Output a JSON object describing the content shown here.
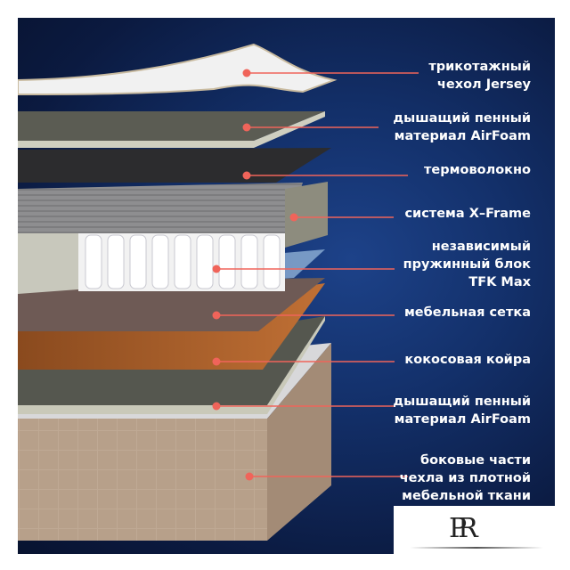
{
  "colors": {
    "background": "#13306a",
    "pointer": "#f0645a",
    "text": "#ffffff"
  },
  "layers": [
    {
      "id": "jersey",
      "label": "трикотажный\nчехол Jersey"
    },
    {
      "id": "airfoam-top",
      "label": "дышащий пенный\nматериал AirFoam"
    },
    {
      "id": "thermal-fiber",
      "label": "термоволокно"
    },
    {
      "id": "x-frame",
      "label": "система X–Frame"
    },
    {
      "id": "spring-block",
      "label": "независимый\nпружинный блок\nTFK Max"
    },
    {
      "id": "furniture-mesh",
      "label": "мебельная сетка"
    },
    {
      "id": "coconut-coir",
      "label": "кокосовая койра"
    },
    {
      "id": "airfoam-bottom",
      "label": "дышащий пенный\nматериал AirFoam"
    },
    {
      "id": "side-cover",
      "label": "боковые части\nчехла из плотной\nмебельной ткани"
    }
  ],
  "logo": {
    "text": "PR"
  }
}
